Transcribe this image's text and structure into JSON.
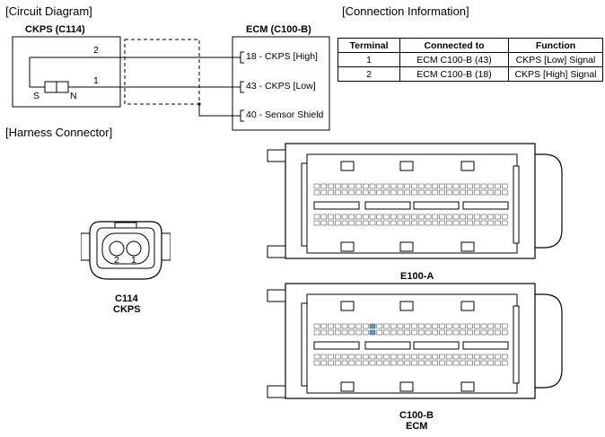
{
  "sections": {
    "circuit_diagram": "[Circuit Diagram]",
    "connection_information": "[Connection Information]",
    "harness_connector": "[Harness Connector]"
  },
  "circuit": {
    "sensor_title": "CKPS (C114)",
    "ecm_title": "ECM (C100-B)",
    "sensor_pin_top": "2",
    "sensor_pin_bottom": "1",
    "sensor_pole_s": "S",
    "sensor_pole_n": "N",
    "ecm_pins": [
      "18 - CKPS [High]",
      "43 - CKPS [Low]",
      "40 - Sensor Shield"
    ]
  },
  "connection_table": {
    "headers": [
      "Terminal",
      "Connected to",
      "Function"
    ],
    "rows": [
      [
        "1",
        "ECM C100-B (43)",
        "CKPS [Low] Signal"
      ],
      [
        "2",
        "ECM C100-B (18)",
        "CKPS [High] Signal"
      ]
    ]
  },
  "harness": {
    "ckps_pin_left": "2",
    "ckps_pin_right": "1",
    "ckps_label_line1": "C114",
    "ckps_label_line2": "CKPS",
    "ecm_a_label": "E100-A",
    "ecm_b_label_line1": "C100-B",
    "ecm_b_label_line2": "ECM"
  },
  "colors": {
    "line": "#000000",
    "highlight_pin": "#4aa3c8"
  }
}
